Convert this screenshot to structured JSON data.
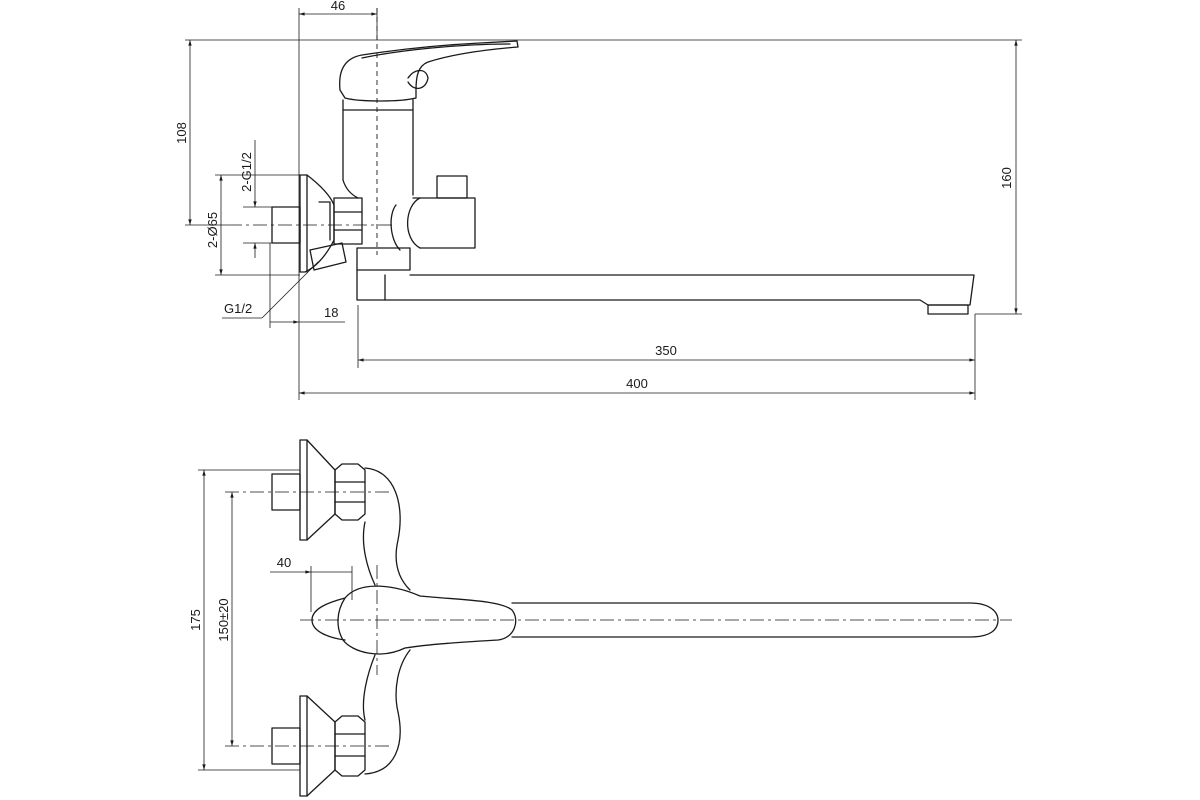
{
  "colors": {
    "line": "#1a1a1a",
    "background": "#ffffff"
  },
  "side_view": {
    "dims": {
      "width_46": "46",
      "height_108": "108",
      "thread_2g12": "2-G1/2",
      "dia_2d65": "2-Ø65",
      "thread_g12": "G1/2",
      "offset_18": "18",
      "height_160": "160",
      "spout_350": "350",
      "total_400": "400"
    }
  },
  "top_view": {
    "dims": {
      "width_175": "175",
      "centers_150": "150±20",
      "offset_40": "40"
    }
  }
}
